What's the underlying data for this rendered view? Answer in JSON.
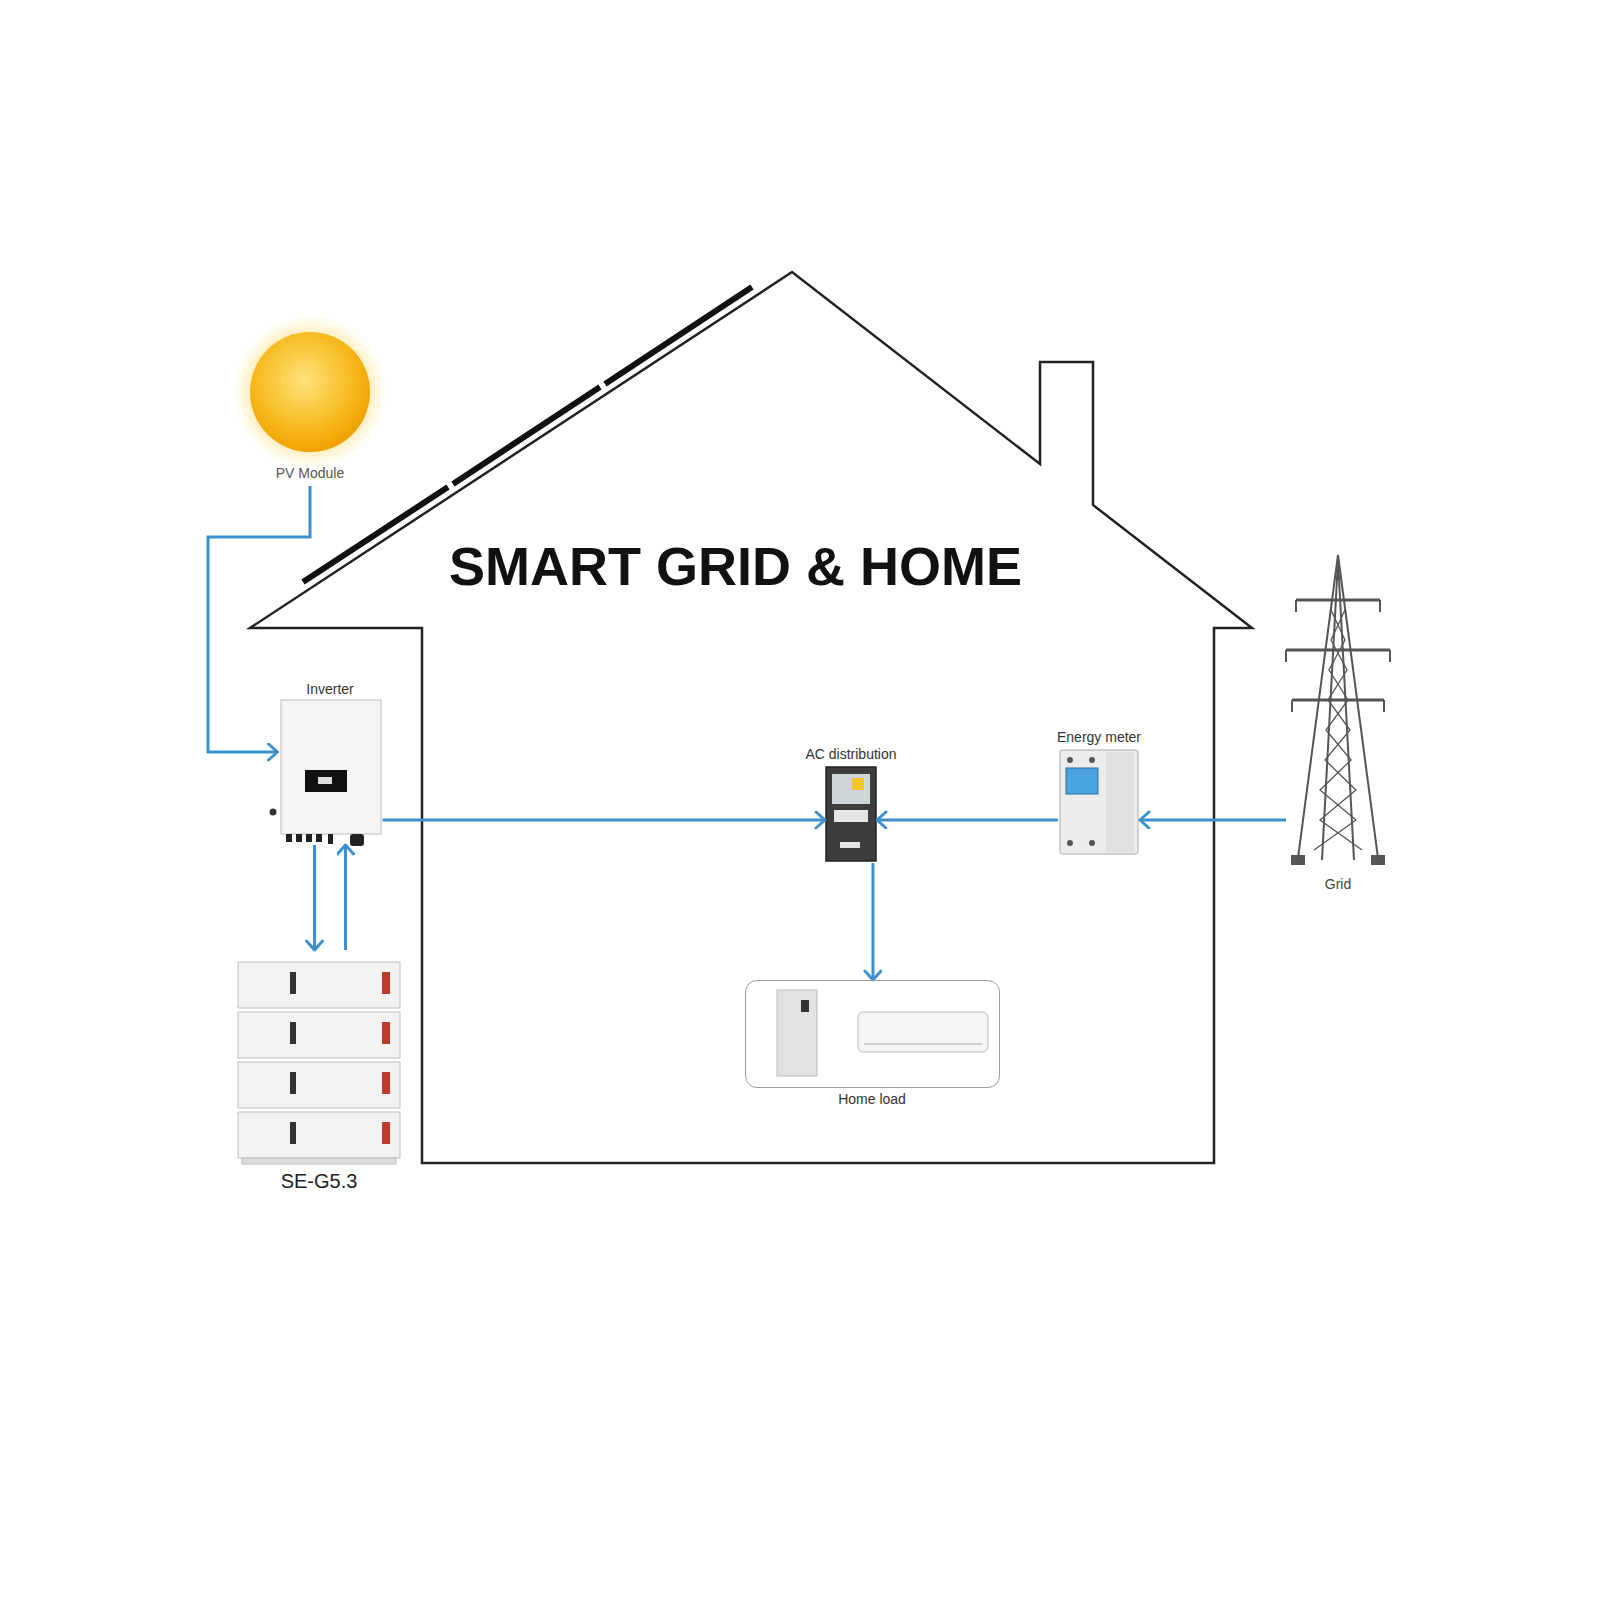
{
  "diagram": {
    "title": "SMART GRID & HOME",
    "nodes": [
      {
        "text": [
          "PV Module"
        ]
      },
      {
        "text": [
          "Inverter"
        ]
      },
      {
        "text": [
          "AC distribution"
        ]
      },
      {
        "text": [
          "Energy meter"
        ]
      },
      {
        "text": [
          "Grid"
        ]
      },
      {
        "text": [
          "Home load"
        ]
      },
      {
        "text": [
          "SE-G5.3"
        ]
      }
    ],
    "edges": [
      {
        "from": 0,
        "to": 1,
        "arrow": "to"
      },
      {
        "from": 1,
        "to": 6,
        "arrow": "to"
      },
      {
        "from": 6,
        "to": 1,
        "arrow": "to"
      },
      {
        "from": 1,
        "to": 2,
        "arrow": "to"
      },
      {
        "from": 3,
        "to": 2,
        "arrow": "to"
      },
      {
        "from": 4,
        "to": 3,
        "arrow": "to"
      },
      {
        "from": 2,
        "to": 5,
        "arrow": "to"
      }
    ]
  }
}
